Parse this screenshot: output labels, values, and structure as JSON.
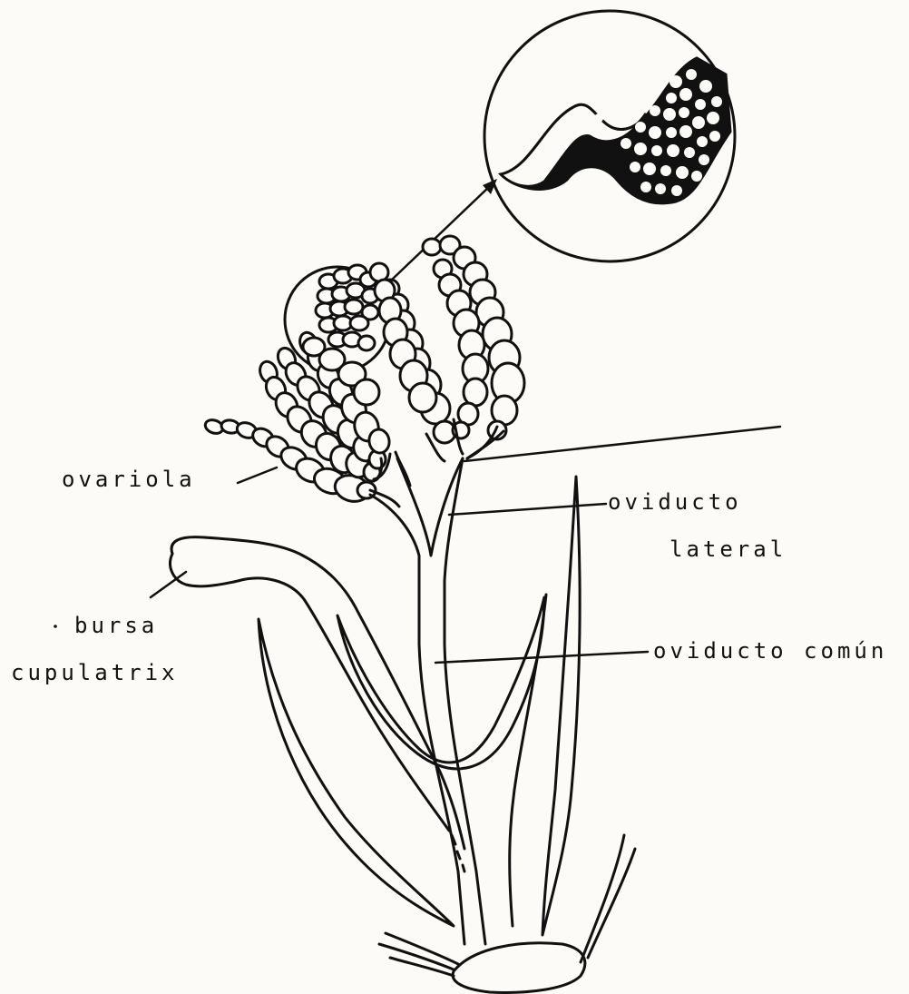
{
  "labels": {
    "ovariola": "ovariola",
    "oviducto_lateral_1": "oviducto",
    "oviducto_lateral_2": "lateral",
    "bursa_1": "bursa",
    "bursa_2": "cupulatrix",
    "oviducto_comun": "oviducto común"
  }
}
